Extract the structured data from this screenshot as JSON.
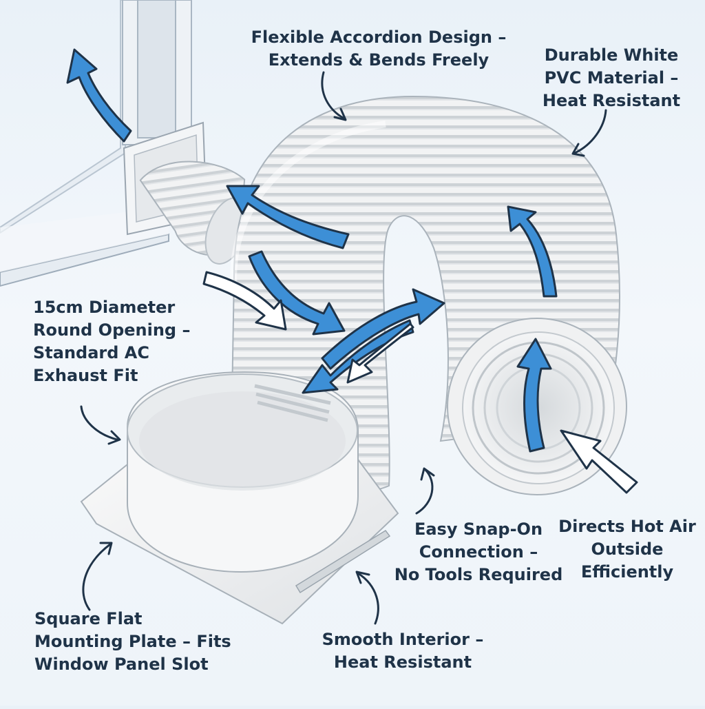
{
  "colors": {
    "background": "#eef4f9",
    "arrow_blue": "#3d8fd6",
    "arrow_outline": "#1f3348",
    "label_text": "#1f3348",
    "hose_white": "#f4f5f6",
    "hose_shade": "#cfd4d8"
  },
  "labels": {
    "accordion": {
      "line1": "Flexible Accordion Design –",
      "line2": "Extends & Bends Freely"
    },
    "pvc": {
      "line1": "Durable White",
      "line2": "PVC Material –",
      "line3": "Heat Resistant"
    },
    "diameter": {
      "line1": "15cm Diameter",
      "line2": "Round Opening –",
      "line3": "Standard AC",
      "line4": "Exhaust Fit"
    },
    "snap": {
      "line1": "Easy Snap-On",
      "line2": "Connection –",
      "line3": "No Tools Required"
    },
    "hot_air": {
      "line1": "Directs Hot Air",
      "line2": "Outside",
      "line3": "Efficiently"
    },
    "plate": {
      "line1": "Square Flat",
      "line2": "Mounting Plate – Fits",
      "line3": "Window Panel Slot"
    },
    "interior": {
      "line1": "Smooth Interior –",
      "line2": "Heat Resistant"
    }
  }
}
